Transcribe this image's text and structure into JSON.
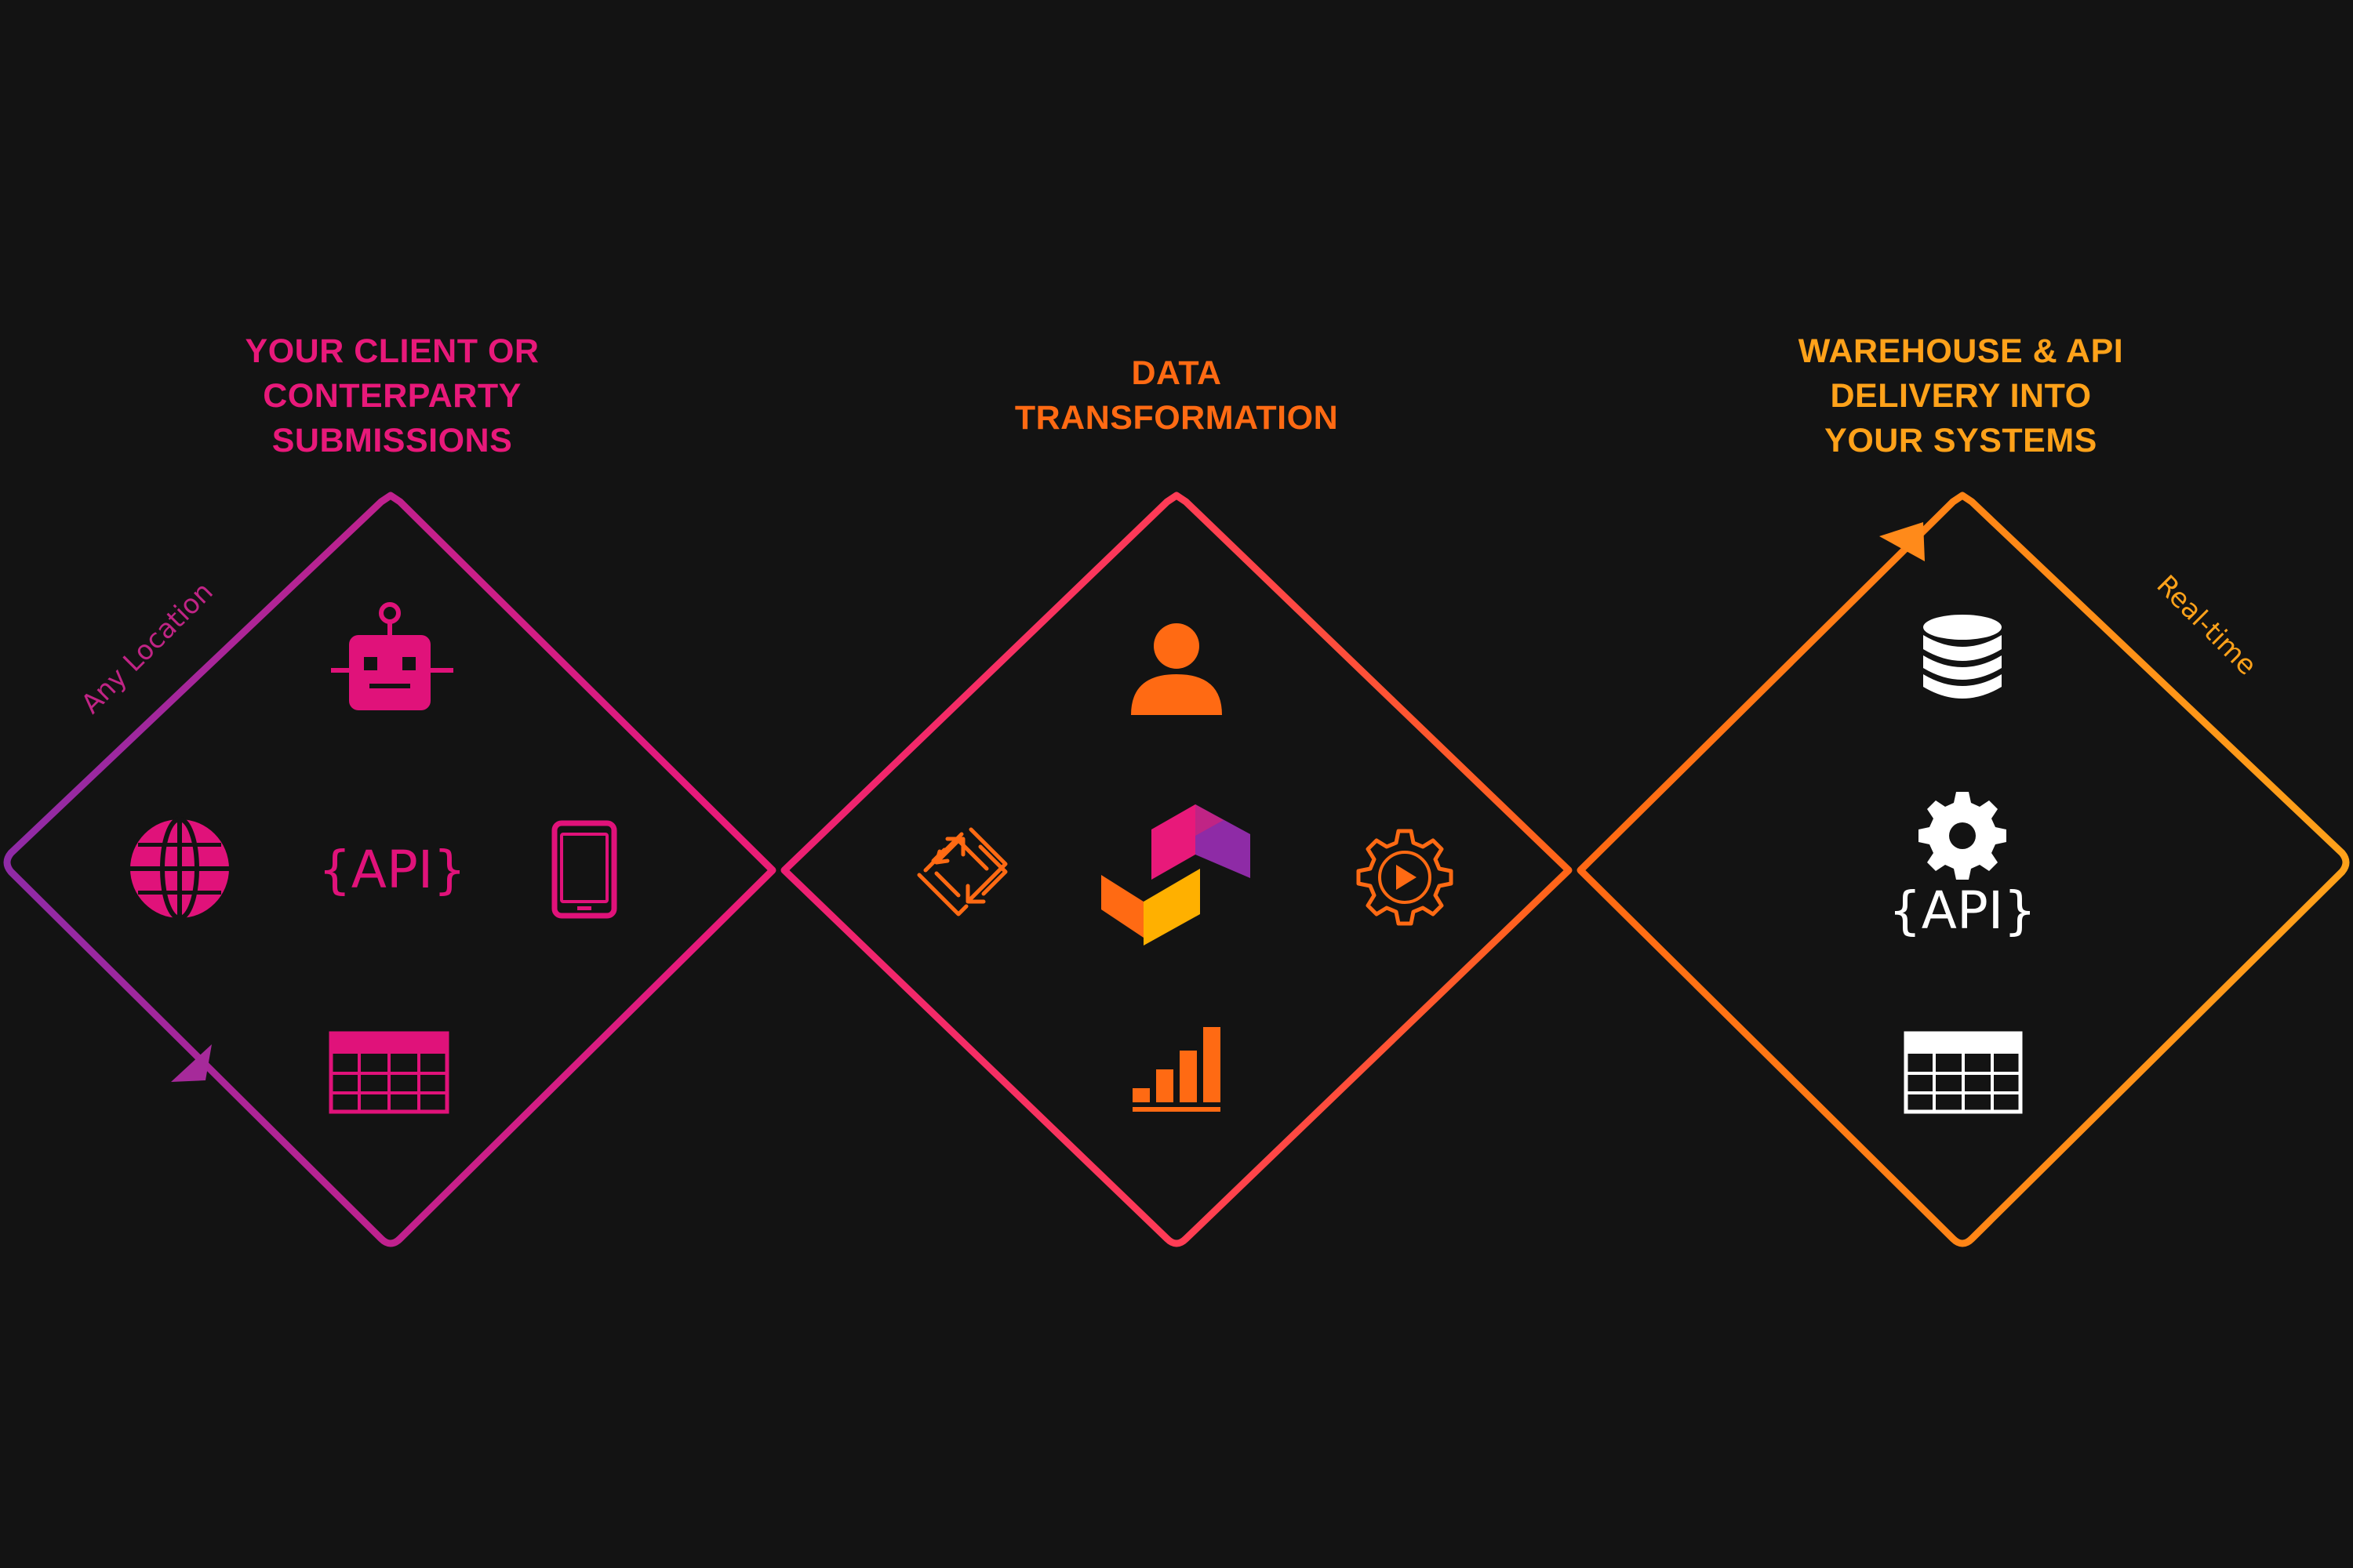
{
  "columns": [
    {
      "heading_lines": [
        "YOUR CLIENT OR",
        "CONTERPARTY",
        "SUBMISSIONS"
      ],
      "color": "#e8197a",
      "side_label": "Any Location",
      "api_label": "{API}",
      "icons": [
        "robot-icon",
        "globe-icon",
        "api-text",
        "tablet-icon",
        "table-icon"
      ]
    },
    {
      "heading_lines": [
        "DATA",
        "TRANSFORMATION"
      ],
      "color": "#ff6a13",
      "icons": [
        "user-icon",
        "sync-arrows-icon",
        "brand-logo-icon",
        "gear-play-icon",
        "bar-chart-icon"
      ]
    },
    {
      "heading_lines": [
        "WAREHOUSE & API",
        "DELIVERY INTO",
        "YOUR SYSTEMS"
      ],
      "color": "#ffa21a",
      "side_label": "Real-time",
      "api_label": "{API}",
      "icons": [
        "database-icon",
        "gear-icon",
        "api-text",
        "table-icon"
      ]
    }
  ],
  "colors": {
    "background": "#131313",
    "purple": "#8e2ba6",
    "magenta": "#e8197a",
    "red": "#ff3c55",
    "orange": "#ff6a13",
    "amber": "#ffa21a",
    "white": "#ffffff",
    "logo_yellow": "#ffb000"
  }
}
